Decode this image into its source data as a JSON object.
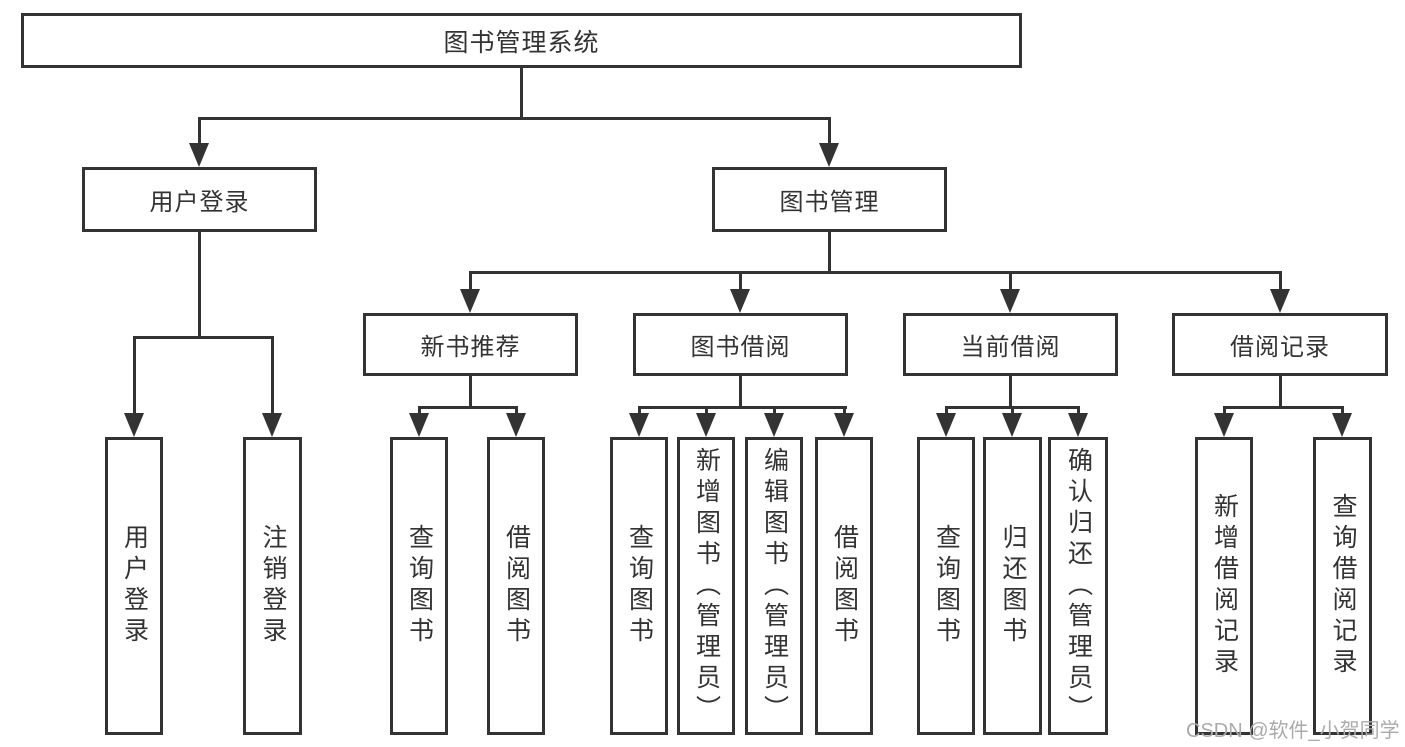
{
  "diagram": {
    "root": {
      "label": "图书管理系统"
    },
    "branches": [
      {
        "label": "用户登录",
        "children": [
          {
            "label": "用户登录"
          },
          {
            "label": "注销登录"
          }
        ]
      },
      {
        "label": "图书管理",
        "children": [
          {
            "label": "新书推荐",
            "children": [
              {
                "label": "查询图书"
              },
              {
                "label": "借阅图书"
              }
            ]
          },
          {
            "label": "图书借阅",
            "children": [
              {
                "label": "查询图书"
              },
              {
                "label": "新增图书（管理员）"
              },
              {
                "label": "编辑图书（管理员）"
              },
              {
                "label": "借阅图书"
              }
            ]
          },
          {
            "label": "当前借阅",
            "children": [
              {
                "label": "查询图书"
              },
              {
                "label": "归还图书"
              },
              {
                "label": "确认归还（管理员）"
              }
            ]
          },
          {
            "label": "借阅记录",
            "children": [
              {
                "label": "新增借阅记录"
              },
              {
                "label": "查询借阅记录"
              }
            ]
          }
        ]
      }
    ]
  },
  "watermark": "CSDN @软件_小贺同学",
  "colors": {
    "line": "#333333",
    "text": "#333333",
    "watermark": "#ababab",
    "background": "#ffffff"
  }
}
